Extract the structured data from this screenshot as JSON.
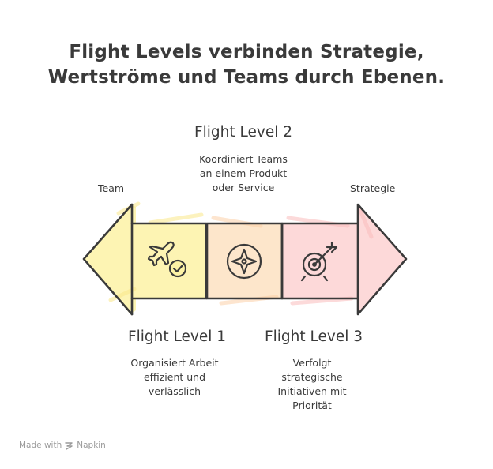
{
  "title": {
    "line1": "Flight Levels verbinden Strategie,",
    "line2": "Wertströme und Teams durch Ebenen."
  },
  "side_labels": {
    "left": "Team",
    "right": "Strategie"
  },
  "levels": [
    {
      "title": "Flight Level 1",
      "description": [
        "Organisiert Arbeit",
        "effizient und",
        "verlässlich"
      ],
      "icon": "airplane-check-icon",
      "color": "#fdf3a6"
    },
    {
      "title": "Flight Level 2",
      "description": [
        "Koordiniert Teams",
        "an einem Produkt",
        "oder Service"
      ],
      "icon": "compass-icon",
      "color": "#fde2c2"
    },
    {
      "title": "Flight Level 3",
      "description": [
        "Verfolgt",
        "strategische",
        "Initiativen mit",
        "Priorität"
      ],
      "icon": "target-arrow-icon",
      "color": "#fdd3d3"
    }
  ],
  "footer": {
    "made_with": "Made with",
    "brand": "Napkin"
  }
}
